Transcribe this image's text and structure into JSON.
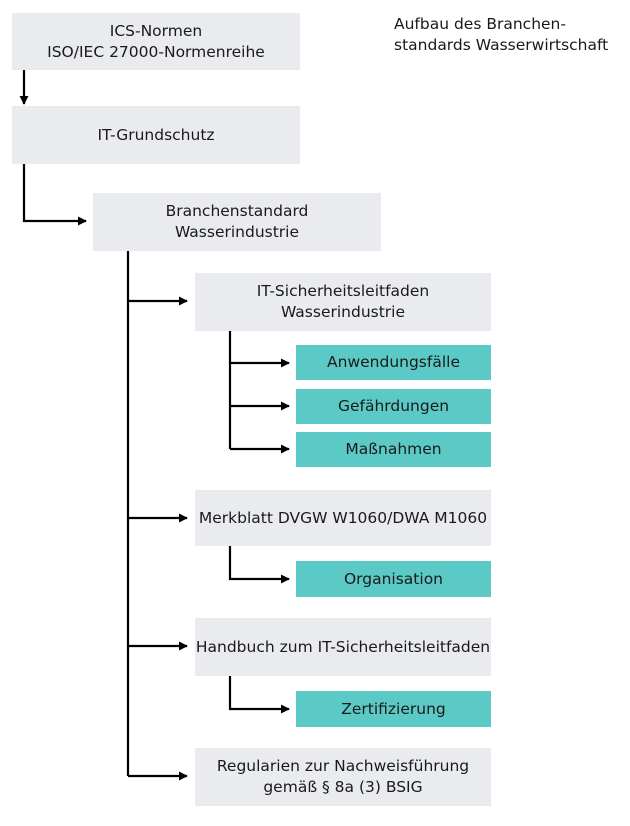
{
  "caption": {
    "line1": "Aufbau des Branchen-",
    "line2": "standards Wasserwirtschaft"
  },
  "nodes": {
    "ics": {
      "line1": "ICS-Normen",
      "line2": "ISO/IEC 27000-Normenreihe"
    },
    "grundschutz": {
      "line1": "IT-Grundschutz"
    },
    "branchenstandard": {
      "line1": "Branchenstandard",
      "line2": "Wasserindustrie"
    },
    "leitfaden": {
      "line1": "IT-Sicherheitsleitfaden",
      "line2": "Wasserindustrie"
    },
    "anwendungsfaelle": {
      "line1": "Anwendungsfälle"
    },
    "gefaehrdungen": {
      "line1": "Gefährdungen"
    },
    "massnahmen": {
      "line1": "Maßnahmen"
    },
    "merkblatt": {
      "line1": "Merkblatt DVGW W1060/DWA M1060"
    },
    "organisation": {
      "line1": "Organisation"
    },
    "handbuch": {
      "line1": "Handbuch zum IT-Sicherheitsleitfaden"
    },
    "zertifizierung": {
      "line1": "Zertifizierung"
    },
    "regularien": {
      "line1": "Regularien zur Nachweisführung",
      "line2": "gemäß § 8a (3) BSIG"
    }
  },
  "colors": {
    "grey_box": "#e9ebee",
    "teal_box": "#5bcac6",
    "connector": "#000000"
  }
}
